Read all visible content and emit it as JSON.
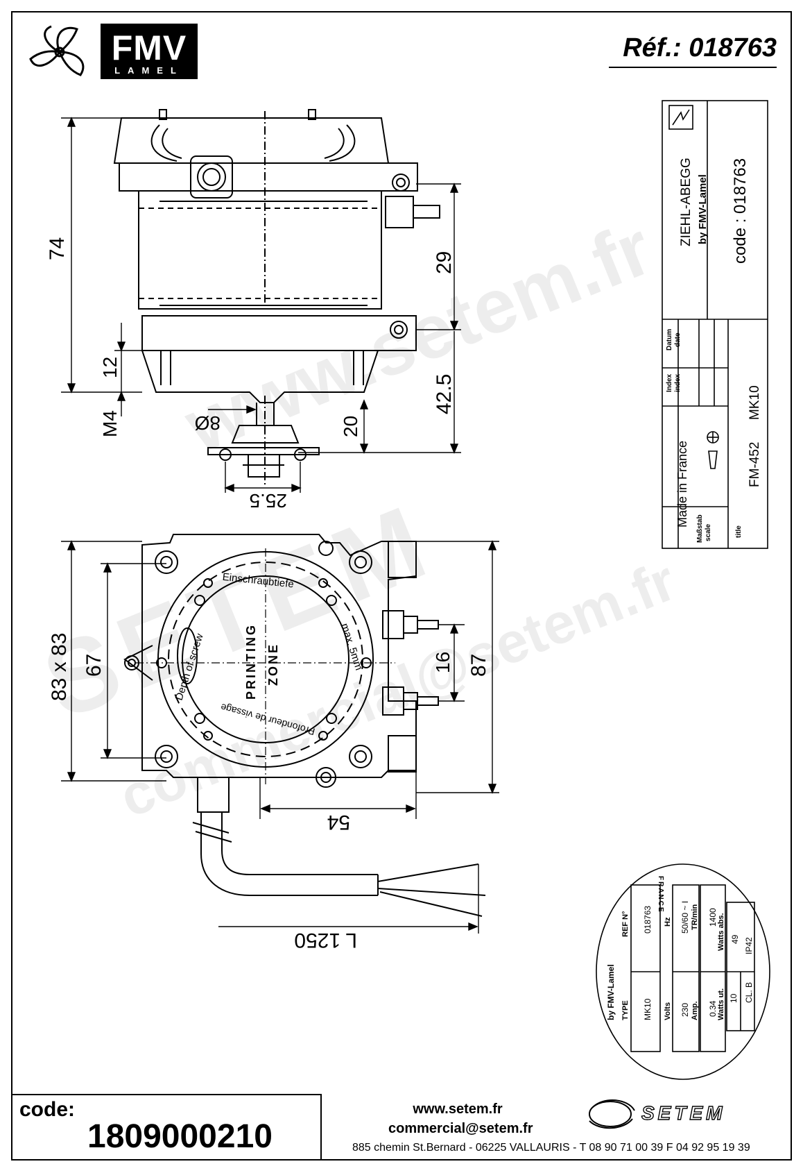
{
  "header": {
    "logo_text": "FMV",
    "logo_sub": "LAMEL",
    "ref": "Réf.: 018763"
  },
  "title_block": {
    "brand": "ZIEHL-ABEGG",
    "brand_sub": "by FMV-Lamel",
    "code": "code : 018763",
    "datum_label_de": "Datum",
    "datum_label_en": "date",
    "index_label_de": "Index",
    "index_label_en": "index",
    "made_in": "Made in France",
    "massstab_de": "Maßstab",
    "massstab_en": "scale",
    "title_label": "title",
    "title_value": "FM-452",
    "model": "MK10"
  },
  "dimensions": {
    "d74": "74",
    "d29": "29",
    "d12": "12",
    "d42_5": "42.5",
    "m4": "M4",
    "d8": "8Ø",
    "d20": "20",
    "d25_5": "25.5",
    "d83x83": "83 x 83",
    "d67": "67",
    "d16": "16",
    "d87": "87",
    "d54": "54",
    "l1250": "L 1250"
  },
  "front_view": {
    "einschraub": "Einschraubtiefe",
    "depth_of_screw": "Depth of screw",
    "printing": "PRINTING",
    "zone": "ZONE",
    "max5": "max. 5mm",
    "profondeur": "Profondeur de vissage"
  },
  "rating_plate": {
    "brand": "by FMV-Lamel",
    "france": "FRANCE",
    "type_label": "TYPE",
    "type_value": "MK10",
    "ref_label": "REF N°",
    "ref_value": "018763",
    "volts_label": "Volts",
    "volts_value": "230",
    "hz_label": "Hz",
    "hz_value": "50/60 ~ I",
    "amp_label": "Amp.",
    "amp_value": "0.34",
    "trmin_label": "TR/min",
    "trmin_value": "1400",
    "watts_ut_label": "Watts ut.",
    "watts_ut_value": "10",
    "watts_abs_label": "Watts abs.",
    "watts_abs_value": "49",
    "cl": "CL. B",
    "ip": "IP42"
  },
  "footer": {
    "code_label": "code:",
    "code_value": "1809000210",
    "website": "www.setem.fr",
    "email": "commercial@setem.fr",
    "address": "885 chemin St.Bernard  -  06225 VALLAURIS  -  T 08 90 71 00 39   F 04 92 95 19 39",
    "setem_logo": "SETEM"
  },
  "watermarks": {
    "w1": "www.setem.fr",
    "w2": "SETEM",
    "w3": "commercial@setem.fr"
  }
}
